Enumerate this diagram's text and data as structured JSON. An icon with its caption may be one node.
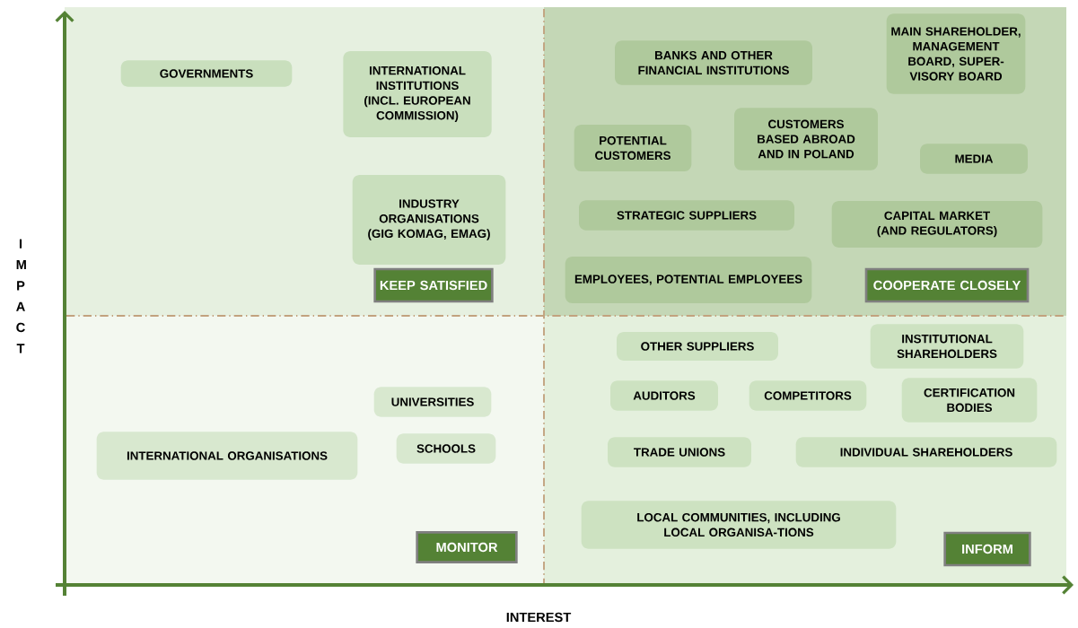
{
  "diagram": {
    "nodes": [
      {
        "text": [
          "GOVERNMENTS"
        ]
      },
      {
        "text": [
          "INTERNATIONAL INSTITUTIONS (INCL. EUROPEAN COMMISSION)"
        ]
      },
      {
        "text": [
          "BANKS AND OTHER FINANCIAL INSTITUTIONS"
        ]
      },
      {
        "text": [
          "MAIN SHAREHOLDER, MANAGEMENT BOARD, SUPER-VISORY BOARD"
        ]
      },
      {
        "text": [
          "POTENTIAL CUSTOMERS"
        ]
      },
      {
        "text": [
          "CUSTOMERS BASED ABROAD AND IN POLAND"
        ]
      },
      {
        "text": [
          "MEDIA"
        ]
      },
      {
        "text": [
          "INDUSTRY ORGANISATIONS (GIG KOMAG, EMAG)"
        ]
      },
      {
        "text": [
          "STRATEGIC SUPPLIERS"
        ]
      },
      {
        "text": [
          "CAPITAL MARKET (AND REGULATORS)"
        ]
      },
      {
        "text": [
          "KEEP SATISFIED"
        ]
      },
      {
        "text": [
          "EMPLOYEES, POTENTIAL EMPLOYEES"
        ]
      },
      {
        "text": [
          "COOPERATE CLOSELY"
        ]
      },
      {
        "text": [
          "OTHER SUPPLIERS"
        ]
      },
      {
        "text": [
          "INSTITUTIONAL SHAREHOLDERS"
        ]
      },
      {
        "text": [
          "UNIVERSITIES"
        ]
      },
      {
        "text": [
          "AUDITORS"
        ]
      },
      {
        "text": [
          "COMPETITORS"
        ]
      },
      {
        "text": [
          "CERTIFICATION BODIES"
        ]
      },
      {
        "text": [
          "INTERNATIONAL ORGANISATIONS"
        ]
      },
      {
        "text": [
          "SCHOOLS"
        ]
      },
      {
        "text": [
          "TRADE UNIONS"
        ]
      },
      {
        "text": [
          "INDIVIDUAL SHAREHOLDERS"
        ]
      },
      {
        "text": [
          "LOCAL COMMUNITIES, INCLUDING LOCAL ORGANISA-TIONS"
        ]
      },
      {
        "text": [
          "MONITOR"
        ]
      },
      {
        "text": [
          "INFORM"
        ]
      }
    ],
    "labels": [
      "IMPACT",
      "INTEREST"
    ]
  }
}
